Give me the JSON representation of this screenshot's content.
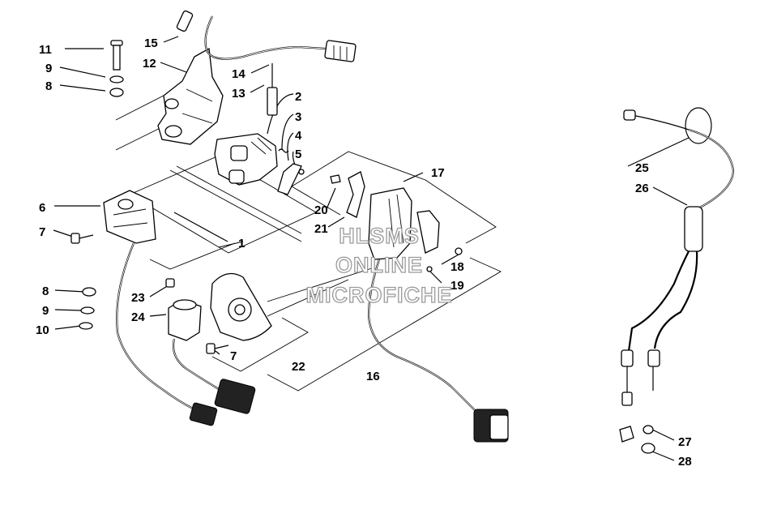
{
  "watermark": [
    "HLSMS",
    "ONLINE",
    "MICROFICHE"
  ],
  "callouts": [
    {
      "id": "c11",
      "text": "11"
    },
    {
      "id": "c9a",
      "text": "9"
    },
    {
      "id": "c8a",
      "text": "8"
    },
    {
      "id": "c15",
      "text": "15"
    },
    {
      "id": "c12",
      "text": "12"
    },
    {
      "id": "c14",
      "text": "14"
    },
    {
      "id": "c13",
      "text": "13"
    },
    {
      "id": "c2",
      "text": "2"
    },
    {
      "id": "c3",
      "text": "3"
    },
    {
      "id": "c4",
      "text": "4"
    },
    {
      "id": "c5",
      "text": "5"
    },
    {
      "id": "c17",
      "text": "17"
    },
    {
      "id": "c6",
      "text": "6"
    },
    {
      "id": "c7a",
      "text": "7"
    },
    {
      "id": "c1",
      "text": "1"
    },
    {
      "id": "c20",
      "text": "20"
    },
    {
      "id": "c21",
      "text": "21"
    },
    {
      "id": "c18",
      "text": "18"
    },
    {
      "id": "c19",
      "text": "19"
    },
    {
      "id": "c8b",
      "text": "8"
    },
    {
      "id": "c9b",
      "text": "9"
    },
    {
      "id": "c10",
      "text": "10"
    },
    {
      "id": "c23",
      "text": "23"
    },
    {
      "id": "c24",
      "text": "24"
    },
    {
      "id": "c7b",
      "text": "7"
    },
    {
      "id": "c22",
      "text": "22"
    },
    {
      "id": "c16",
      "text": "16"
    },
    {
      "id": "c25",
      "text": "25"
    },
    {
      "id": "c26",
      "text": "26"
    },
    {
      "id": "c27",
      "text": "27"
    },
    {
      "id": "c28",
      "text": "28"
    }
  ]
}
